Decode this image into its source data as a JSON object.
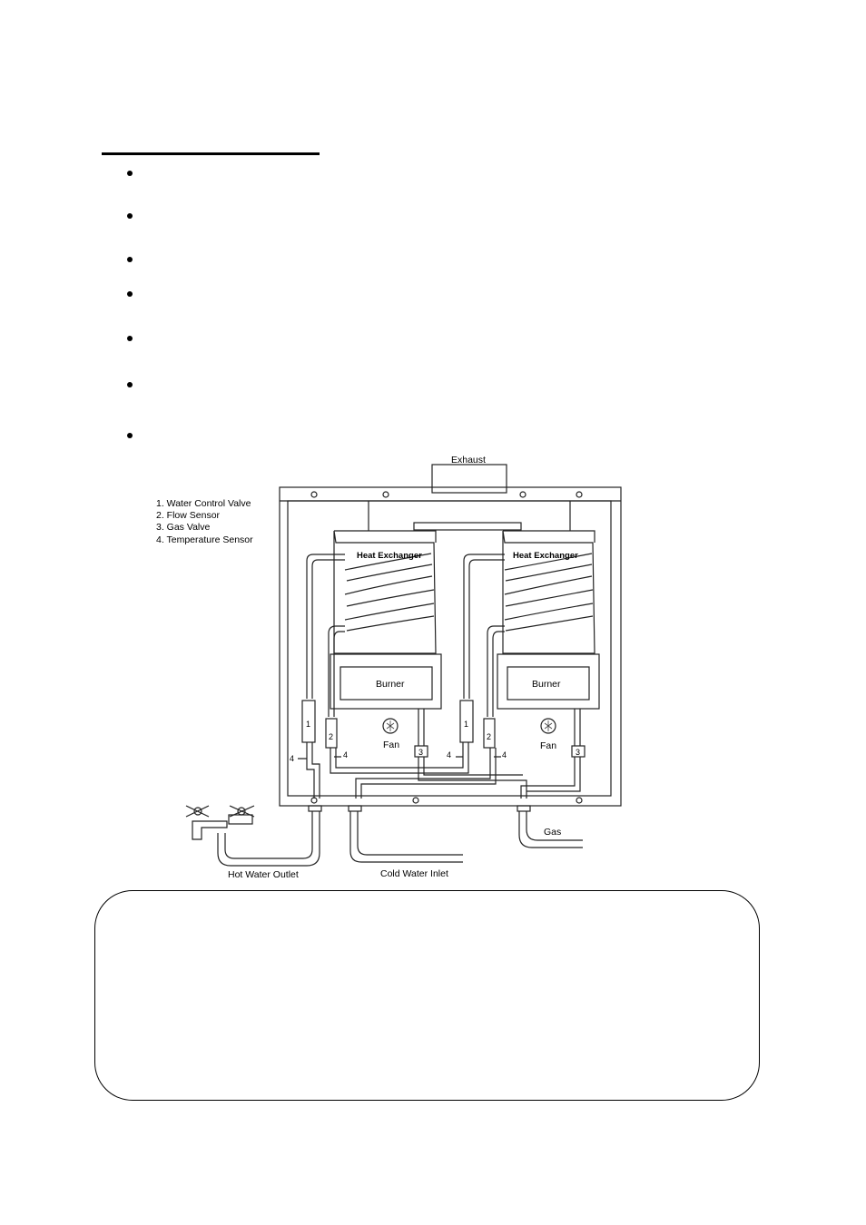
{
  "legend": {
    "items": [
      "1. Water Control Valve",
      "2. Flow Sensor",
      "3. Gas Valve",
      "4. Temperature Sensor"
    ]
  },
  "labels": {
    "exhaust": "Exhaust",
    "heat_exchanger": "Heat Exchanger",
    "burner": "Burner",
    "fan": "Fan",
    "gas": "Gas",
    "hot_water_outlet": "Hot Water Outlet",
    "cold_water_inlet": "Cold Water Inlet",
    "num_1": "1",
    "num_2": "2",
    "num_3": "3",
    "num_4": "4"
  },
  "bullets_count": 7
}
